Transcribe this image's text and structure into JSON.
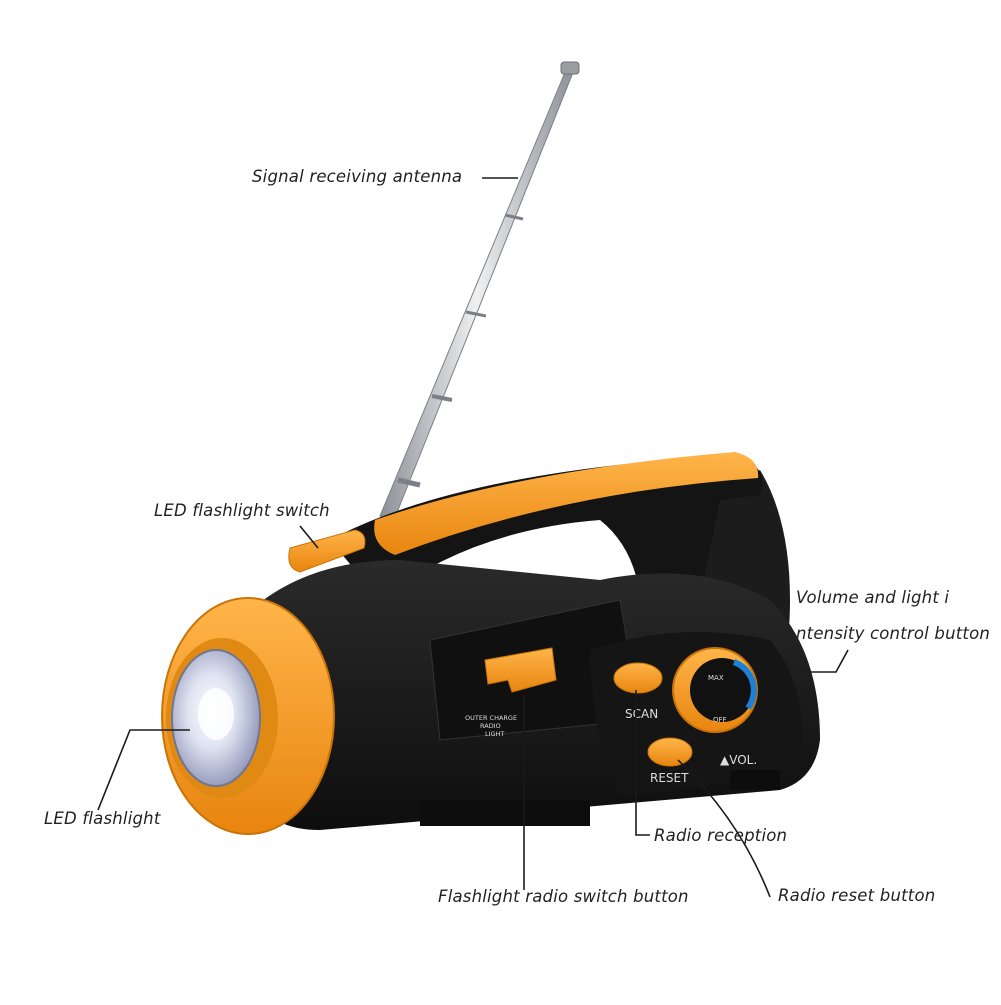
{
  "colors": {
    "body": "#1a1a1a",
    "accent": "#f39a1f",
    "accent_dark": "#d97f0c",
    "antenna": "#b9bcc0",
    "leader": "#1a1a1a",
    "label_text": "#222222",
    "dial_blue": "#1e7fd6"
  },
  "callouts": {
    "antenna": "Signal receiving antenna",
    "led_switch": "LED flashlight switch",
    "volume_line1": "Volume and light i",
    "volume_line2": "ntensity control button",
    "led_flashlight": "LED flashlight",
    "radio_reception": "Radio reception",
    "switch_button": "Flashlight radio switch button",
    "reset_button": "Radio reset button"
  },
  "device_labels": {
    "scan": "SCAN",
    "reset": "RESET",
    "vol": "▲VOL.",
    "outer_charge": "OUTER CHARGE",
    "radio": "RADIO",
    "light": "LIGHT",
    "dial_max": "MAX",
    "dial_off": "OFF"
  }
}
